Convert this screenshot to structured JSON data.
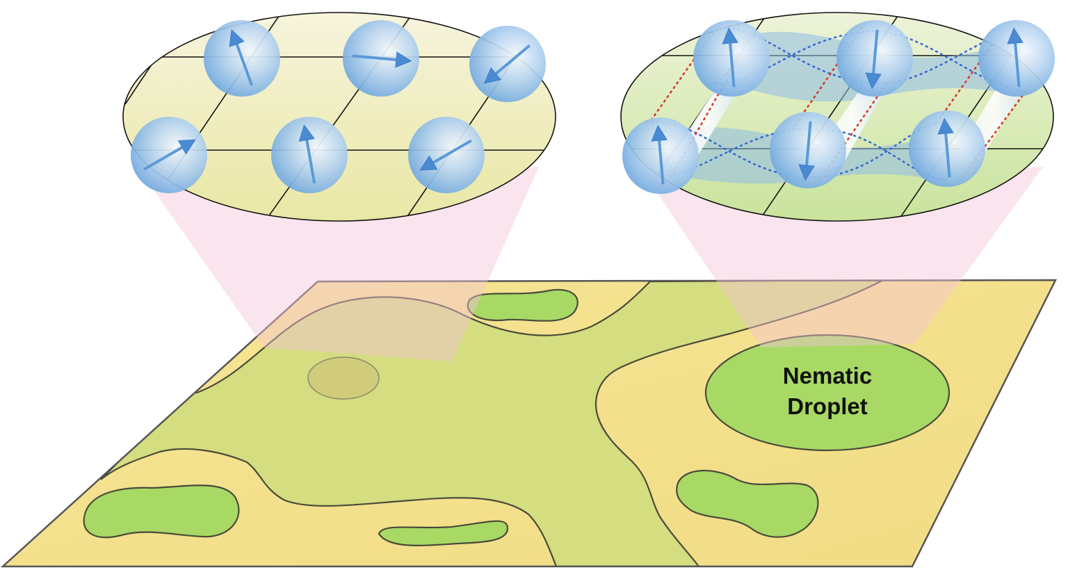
{
  "label": {
    "line1": "Nematic",
    "line2": "Droplet"
  },
  "colors": {
    "plane_yellow": "#f5e28e",
    "region_olive": "#d4dd7f",
    "droplet_green": "#a8d965",
    "outline": "#4a4a3a",
    "magnify_pink": "#f3c4d8",
    "spin_blue": "#5a9ad8",
    "bond_red": "#d63a2a",
    "lens_left_fill": "#f1efc0",
    "lens_right_fill": "#d9ebb6"
  },
  "left_lens": {
    "spins": [
      {
        "name": "spin-1",
        "angle": 250
      },
      {
        "name": "spin-2",
        "angle": 5
      },
      {
        "name": "spin-3",
        "angle": 140
      },
      {
        "name": "spin-4",
        "angle": -30
      },
      {
        "name": "spin-5",
        "angle": -100
      },
      {
        "name": "spin-6",
        "angle": 150
      }
    ]
  },
  "right_lens": {
    "spins": [
      {
        "name": "spin-1",
        "angle": -95
      },
      {
        "name": "spin-2",
        "angle": 95
      },
      {
        "name": "spin-3",
        "angle": -95
      },
      {
        "name": "spin-4",
        "angle": -95
      },
      {
        "name": "spin-5",
        "angle": 95
      },
      {
        "name": "spin-6",
        "angle": -95
      }
    ]
  }
}
